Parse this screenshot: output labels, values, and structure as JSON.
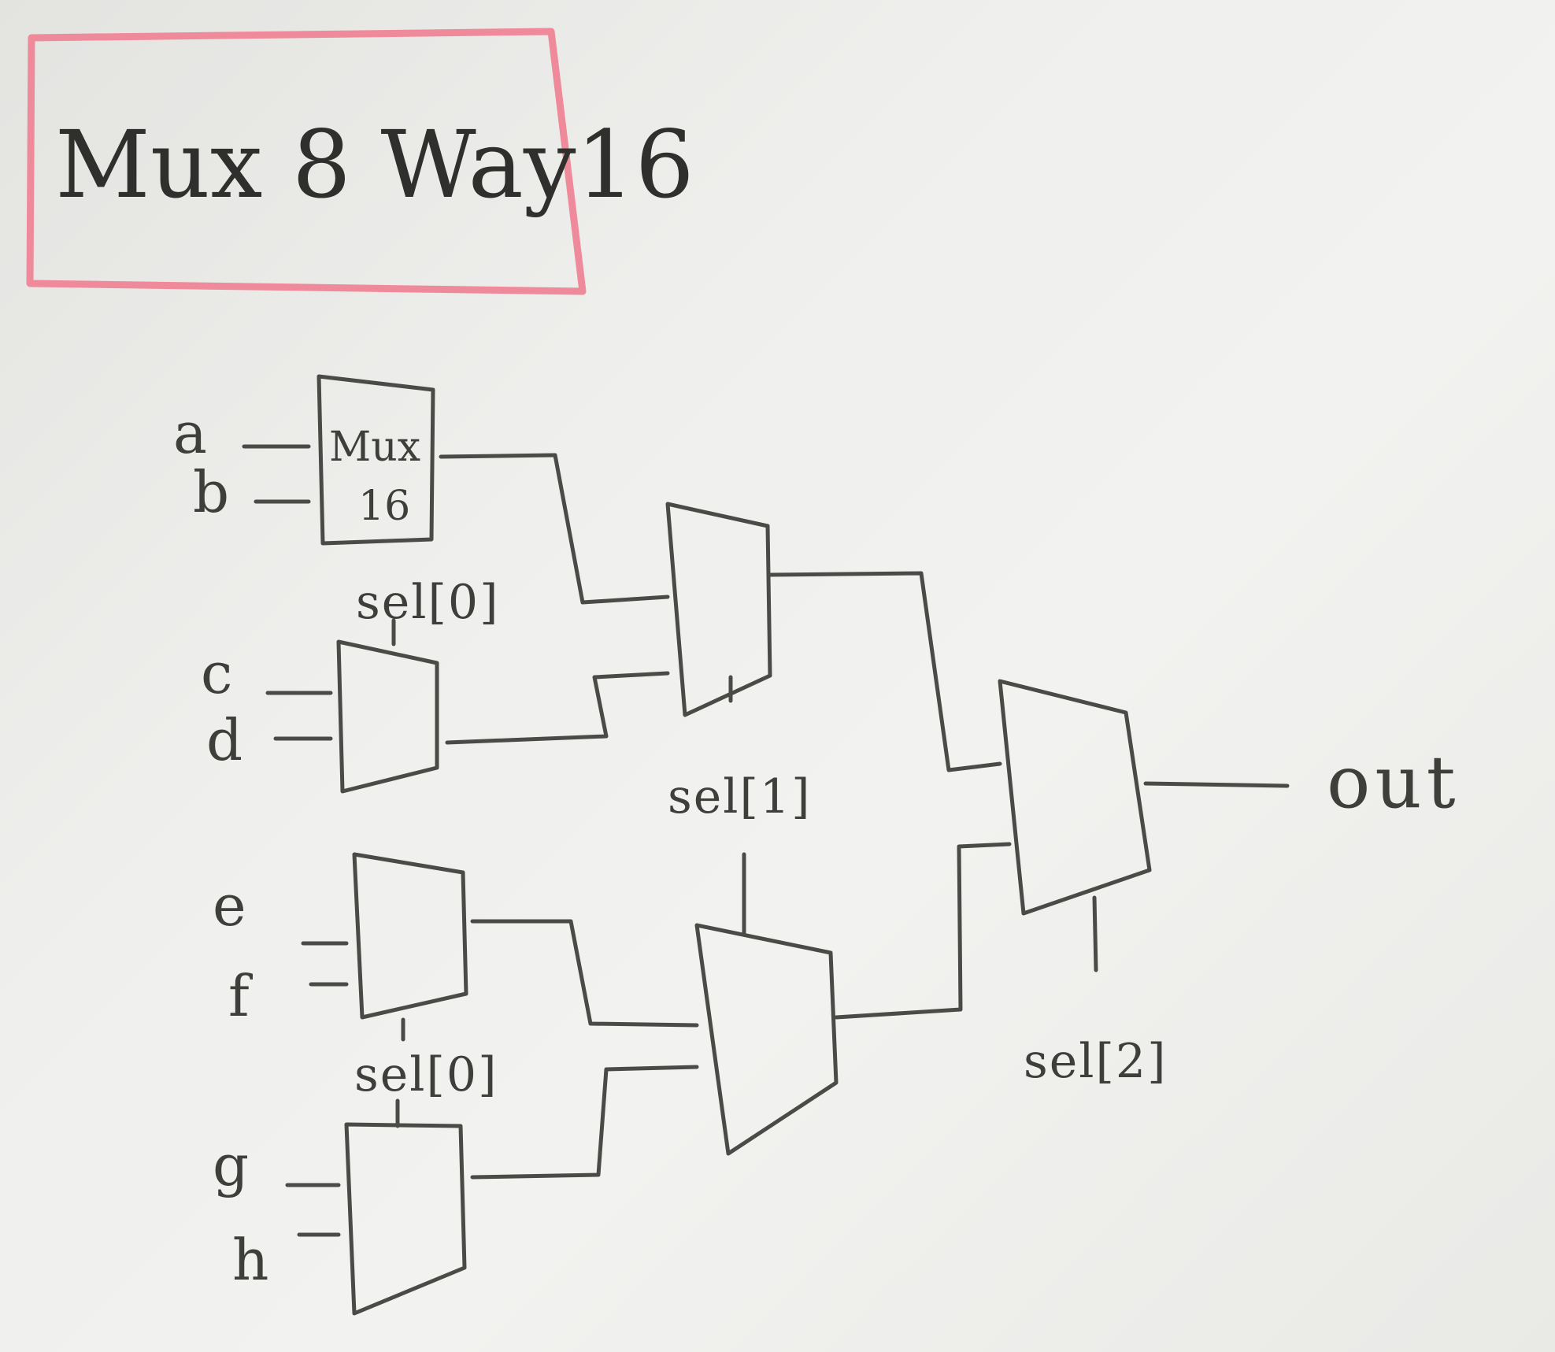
{
  "title": "Mux 8 Way16",
  "first_mux_label": [
    "Mux",
    "16"
  ],
  "inputs": [
    "a",
    "b",
    "c",
    "d",
    "e",
    "f",
    "g",
    "h"
  ],
  "select_labels": {
    "top_stage1": "sel[0]",
    "bottom_stage1": "sel[0]",
    "stage2": "sel[1]",
    "stage3": "sel[2]"
  },
  "output": "out"
}
